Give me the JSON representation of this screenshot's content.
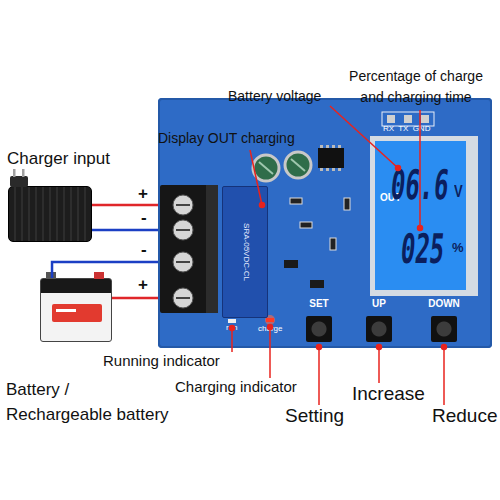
{
  "diagram": {
    "nodes": [
      {
        "text": [
          "Charger input"
        ]
      },
      {
        "text": [
          "RX TX GND",
          "run",
          "charge"
        ]
      },
      {
        "text": [
          "SRA-05VDC-CL"
        ],
        "in": 1
      },
      {
        "text": [
          "OUT",
          "06.6",
          "V",
          "025",
          "%"
        ],
        "in": 1
      },
      {
        "text": [
          "SET"
        ],
        "in": 1
      },
      {
        "text": [
          "UP"
        ],
        "in": 1
      },
      {
        "text": [
          "DOWN"
        ],
        "in": 1
      },
      {
        "text": [
          "Battery / Rechargeable battery"
        ]
      }
    ],
    "edges": [
      {
        "from": 0,
        "to": 1,
        "arrow": "none",
        "label": "+"
      },
      {
        "from": 0,
        "to": 1,
        "arrow": "none",
        "label": "-"
      },
      {
        "from": 7,
        "to": 1,
        "arrow": "none",
        "label": "-"
      },
      {
        "from": 7,
        "to": 1,
        "arrow": "none",
        "label": "+"
      }
    ],
    "labels": [
      "Percentage of charge and charging time",
      "Battery voltage",
      "Display OUT charging",
      "Running indicator",
      "Charging indicator",
      "Increase",
      "Setting",
      "Reduce"
    ]
  }
}
